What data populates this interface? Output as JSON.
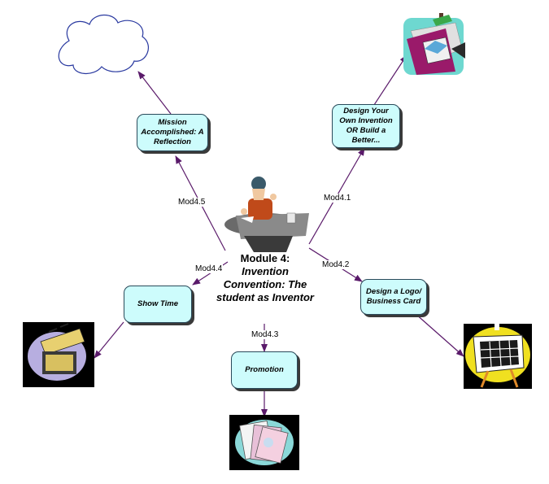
{
  "center": {
    "line1": "Module 4:",
    "line2": "Invention Convention: The student as Inventor"
  },
  "nodes": {
    "mission": "Mission Accomplished: A Reflection",
    "design_invention": "Design Your Own Invention OR Build a Better...",
    "logo": "Design a Logo/ Business Card",
    "promotion": "Promotion",
    "showtime": "Show Time"
  },
  "edges": {
    "mod41": "Mod4.1",
    "mod42": "Mod4.2",
    "mod43": "Mod4.3",
    "mod44": "Mod4.4",
    "mod45": "Mod4.5"
  },
  "colors": {
    "node_fill": "#cdfcfc",
    "arrow": "#5a1a6a"
  },
  "icons": [
    "cloud-icon",
    "house-blueprint-icon",
    "easel-icon",
    "photos-icon",
    "clapperboard-icon",
    "inventor-at-desk-icon"
  ]
}
